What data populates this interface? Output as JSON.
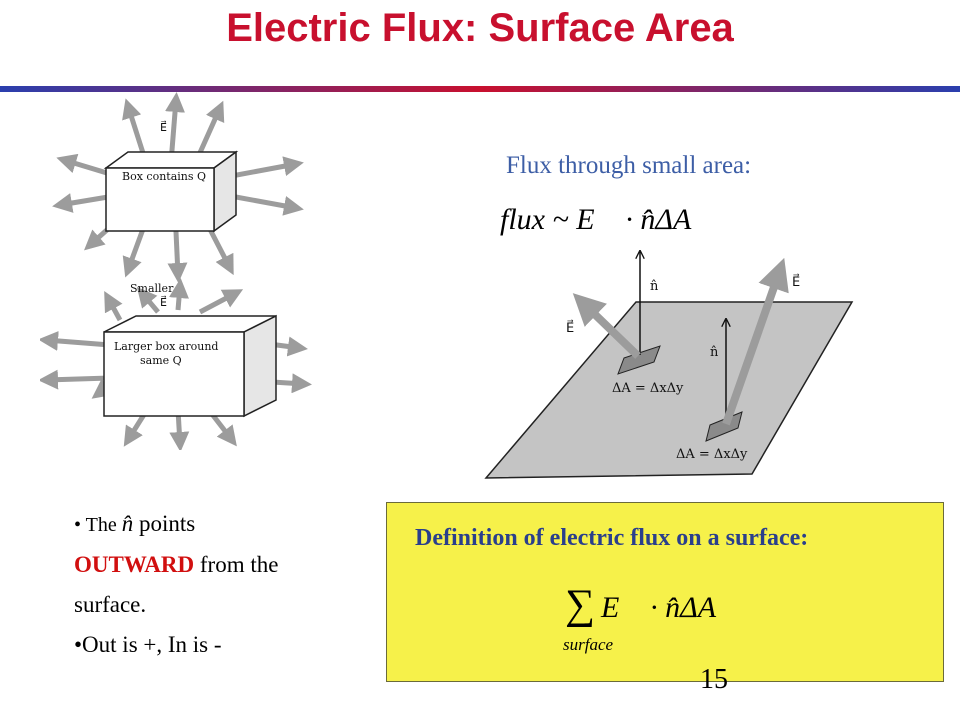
{
  "slide": {
    "title": "Electric Flux: Surface Area",
    "page_number": "15"
  },
  "left_figure": {
    "top_box_label": "Box contains Q",
    "top_field_label": "E⃗",
    "bottom_small_label": "Smaller",
    "bottom_field_label": "E⃗",
    "bottom_box_label_line1": "Larger box around",
    "bottom_box_label_line2": "same Q"
  },
  "right_figure": {
    "caption": "Flux through small area:",
    "formula_prefix": "flux ~ ",
    "formula_body": "E⃗ · n̂ΔA",
    "n_label": "n̂",
    "E_label": "E⃗",
    "area_label": "ΔA = ΔxΔy"
  },
  "bullets": {
    "line1_a": "• The ",
    "line1_n": "n̂",
    "line1_b": " points",
    "line2_red": "OUTWARD",
    "line2_rest": " from the",
    "line3": "surface.",
    "line4": "•Out is +, In is -"
  },
  "definition": {
    "title": "Definition of electric flux on a surface:",
    "sum_symbol": "∑",
    "sum_body": "E⃗ · n̂ΔA",
    "sum_sub": "surface"
  }
}
